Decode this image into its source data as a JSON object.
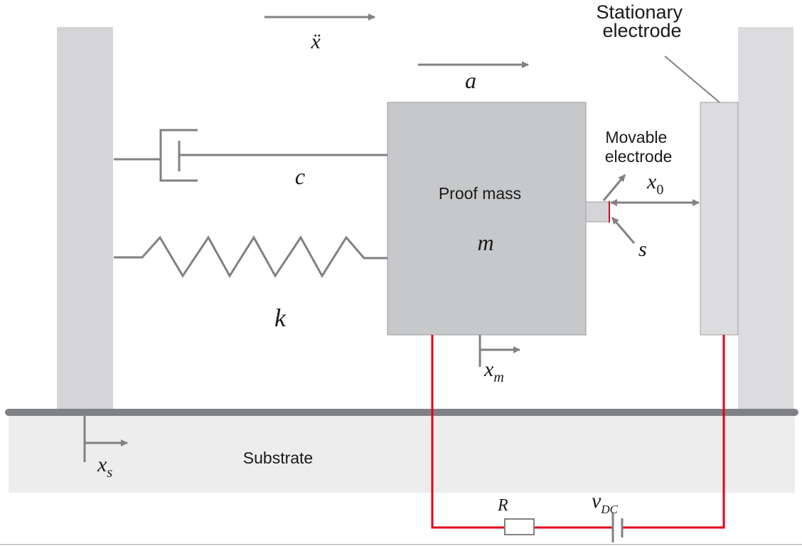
{
  "title": "Capacitive MEMS accelerometer model",
  "colors": {
    "wall": "#d4d4d6",
    "proof_mass": "#c7c8ca",
    "electrode": "#dcdcde",
    "substrate": "#ededee",
    "line": "#808184",
    "circuit": "#e3001b"
  },
  "labels": {
    "stationary_electrode": [
      "Stationary",
      "electrode"
    ],
    "movable_electrode": [
      "Movable",
      "electrode"
    ],
    "proof_mass": "Proof mass",
    "substrate": "Substrate"
  },
  "symbols": {
    "xddot": "ẍ",
    "a": "a",
    "c": "c",
    "k": "k",
    "m": "m",
    "x0_base": "x",
    "x0_sub": "0",
    "s": "s",
    "xm_base": "x",
    "xm_sub": "m",
    "xs_base": "x",
    "xs_sub": "s",
    "R": "R",
    "vdc_base": "v",
    "vdc_sub": "DC"
  }
}
